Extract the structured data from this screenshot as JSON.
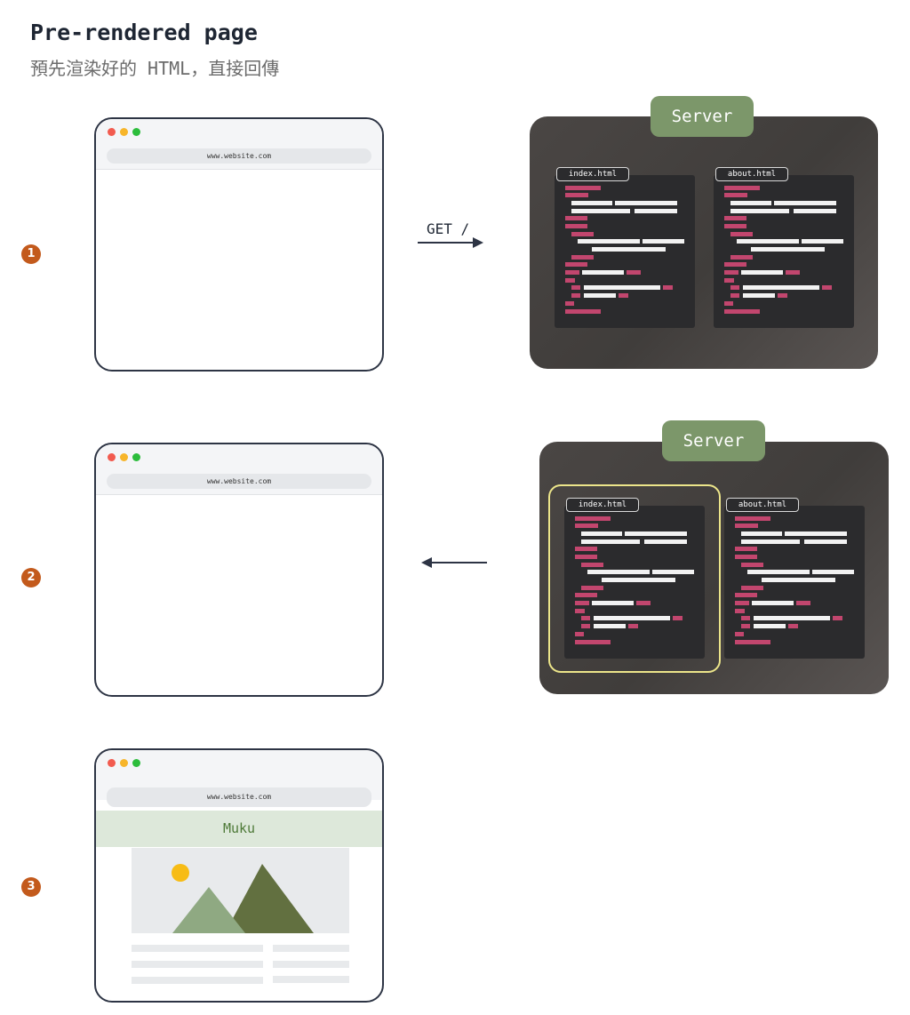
{
  "header": {
    "title": "Pre-rendered page",
    "subtitle": "預先渲染好的 HTML，直接回傳"
  },
  "steps": [
    {
      "number": "1"
    },
    {
      "number": "2"
    },
    {
      "number": "3"
    }
  ],
  "browser": {
    "url": "www.website.com"
  },
  "server": {
    "label": "Server"
  },
  "files": {
    "index": "index.html",
    "about": "about.html"
  },
  "request": {
    "label": "GET /"
  },
  "site": {
    "name": "Muku"
  },
  "colors": {
    "server_bg": "#474341",
    "server_label": "#7c976a",
    "code_bg": "#2b2b2d",
    "code_pink": "#c2466e",
    "highlight": "#ece58a",
    "badge": "#c35a1c",
    "site_header": "#dde8da",
    "site_name": "#4e7a38"
  }
}
